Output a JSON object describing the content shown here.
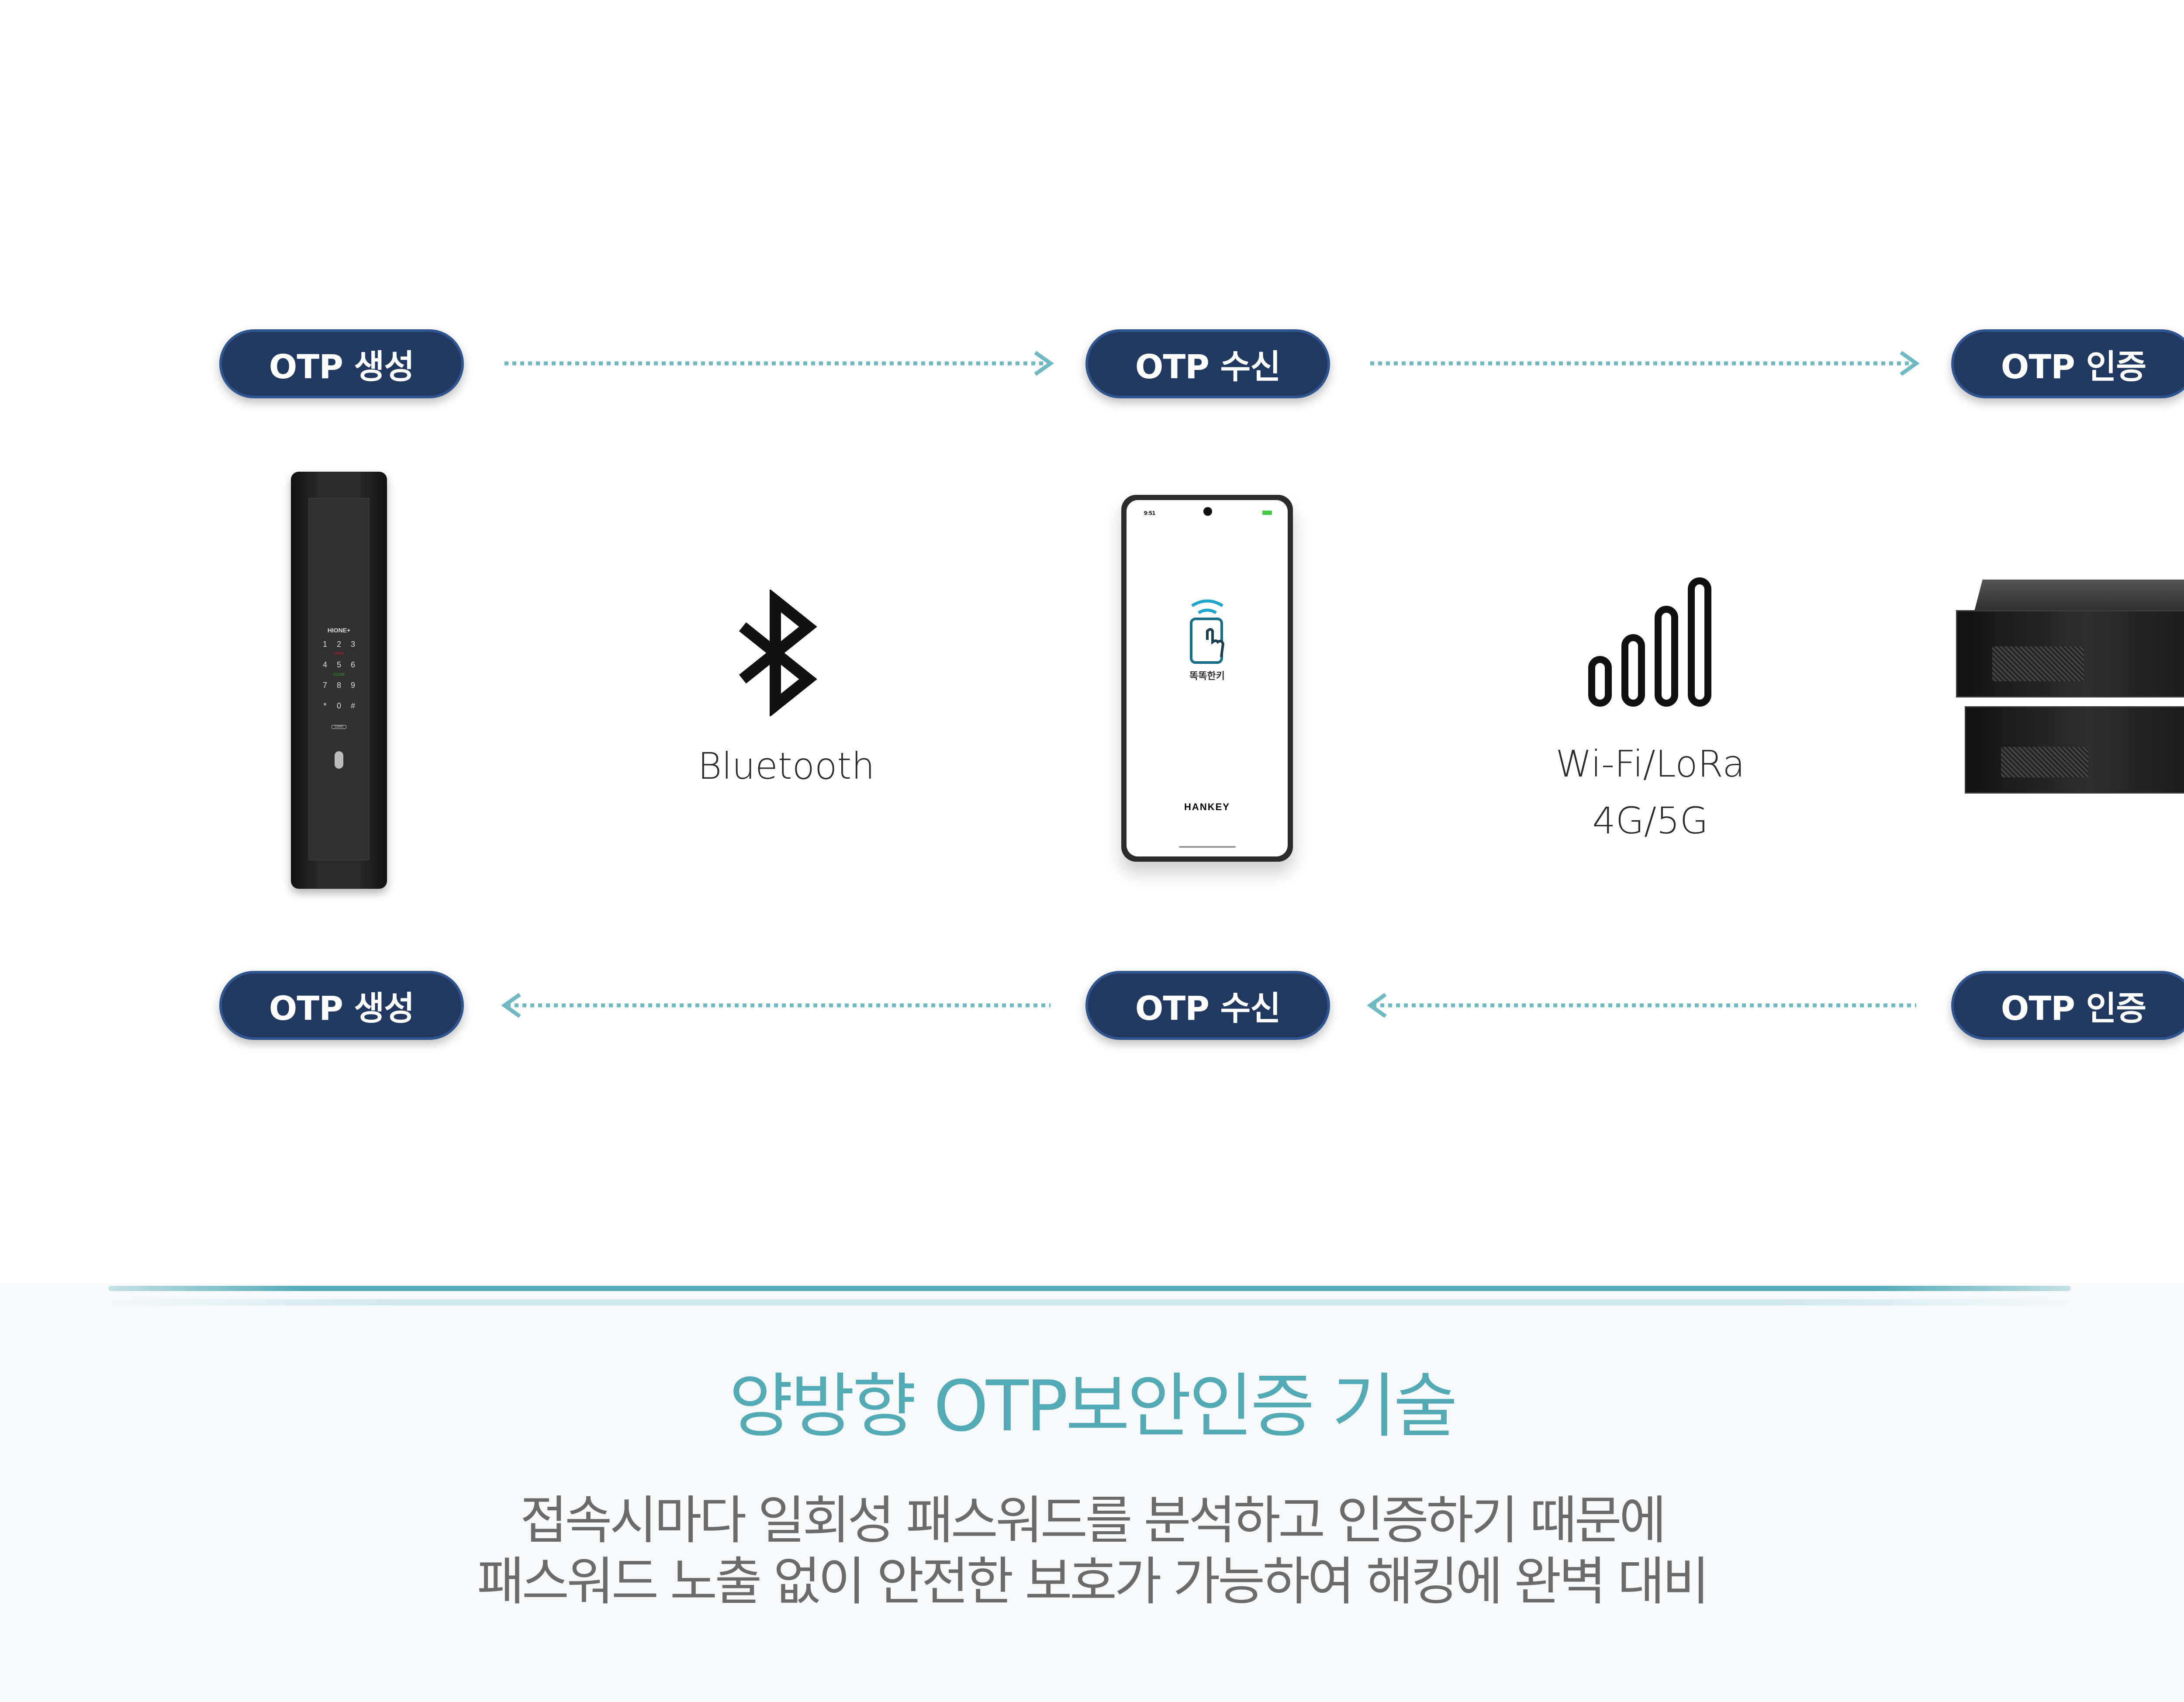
{
  "flow_top": {
    "step1": "OTP 생성",
    "step2": "OTP 수신",
    "step3": "OTP 인증"
  },
  "flow_bottom": {
    "step1": "OTP 생성",
    "step2": "OTP 수신",
    "step3": "OTP 인증"
  },
  "devices": {
    "lock": {
      "brand": "HIONE+",
      "keys": [
        "1",
        "2",
        "3",
        "4",
        "5",
        "6",
        "7",
        "8",
        "9",
        "*",
        "0",
        "#"
      ],
      "open_label": "OPEN",
      "close_label": "CLOSE",
      "card_label": "CARD"
    },
    "bluetooth_label": "Bluetooth",
    "phone": {
      "time": "9:51",
      "app_name": "똑똑한키",
      "brand": "HANKEY"
    },
    "network_label_1": "Wi-Fi/LoRa",
    "network_label_2": "4G/5G"
  },
  "colors": {
    "pill": "#213861",
    "accent": "#52aab5",
    "arrow": "#6fb9c3"
  },
  "summary": {
    "title": "양방향 OTP보안인증 기술",
    "line1": "접속시마다 일회성 패스워드를 분석하고 인증하기 때문에",
    "line2": "패스워드 노출 없이 안전한 보호가 가능하여 해킹에 완벽 대비"
  }
}
